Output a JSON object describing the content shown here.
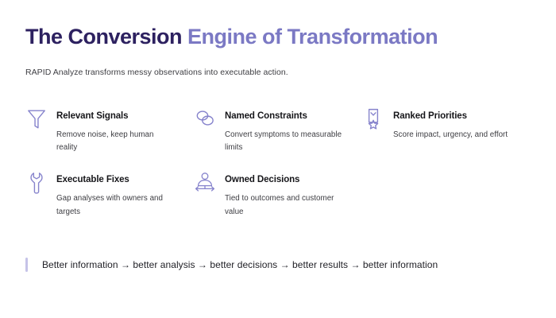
{
  "header": {
    "title_part_dark": "The Conversion",
    "title_part_light": "Engine of Transformation",
    "title_dark_color": "#2d2160",
    "title_light_color": "#7b79c4",
    "subtitle": "RAPID Analyze transforms messy observations into executable action."
  },
  "features": [
    {
      "icon": "funnel-icon",
      "title": "Relevant Signals",
      "description": "Remove noise, keep human reality"
    },
    {
      "icon": "chain-link-icon",
      "title": "Named Constraints",
      "description": "Convert symptoms to measurable limits"
    },
    {
      "icon": "award-badge-icon",
      "title": "Ranked Priorities",
      "description": "Score impact, urgency, and effort"
    },
    {
      "icon": "wrench-icon",
      "title": "Executable Fixes",
      "description": "Gap analyses with owners and targets"
    },
    {
      "icon": "person-arrows-icon",
      "title": "Owned Decisions",
      "description": "Tied to outcomes and customer value"
    }
  ],
  "footer": {
    "quote": "Better information → better analysis → better decisions → better results → better information",
    "accent_bar_color": "#c5c3e8"
  },
  "theme": {
    "background": "#ffffff",
    "icon_stroke": "#8683cc",
    "body_text": "#3d3d42",
    "heading_text": "#16161a"
  }
}
